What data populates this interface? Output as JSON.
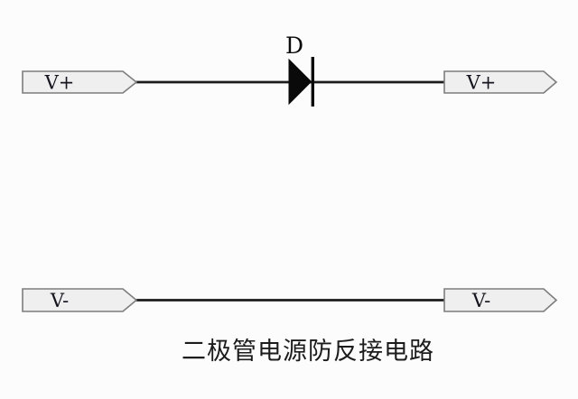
{
  "schematic": {
    "caption": "二极管电源防反接电路",
    "diode": {
      "label": "D"
    },
    "terminals": [
      {
        "id": "top-left",
        "label": "V+"
      },
      {
        "id": "top-right",
        "label": "V+"
      },
      {
        "id": "bottom-left",
        "label": "V-"
      },
      {
        "id": "bottom-right",
        "label": "V-"
      }
    ],
    "colors": {
      "background": "#fcfcfc",
      "wire": "#1c1c1c",
      "flag_fill": "#efefef",
      "flag_border": "#7d7d7d",
      "diode": "#0a0a0a",
      "text": "#15151f"
    }
  }
}
